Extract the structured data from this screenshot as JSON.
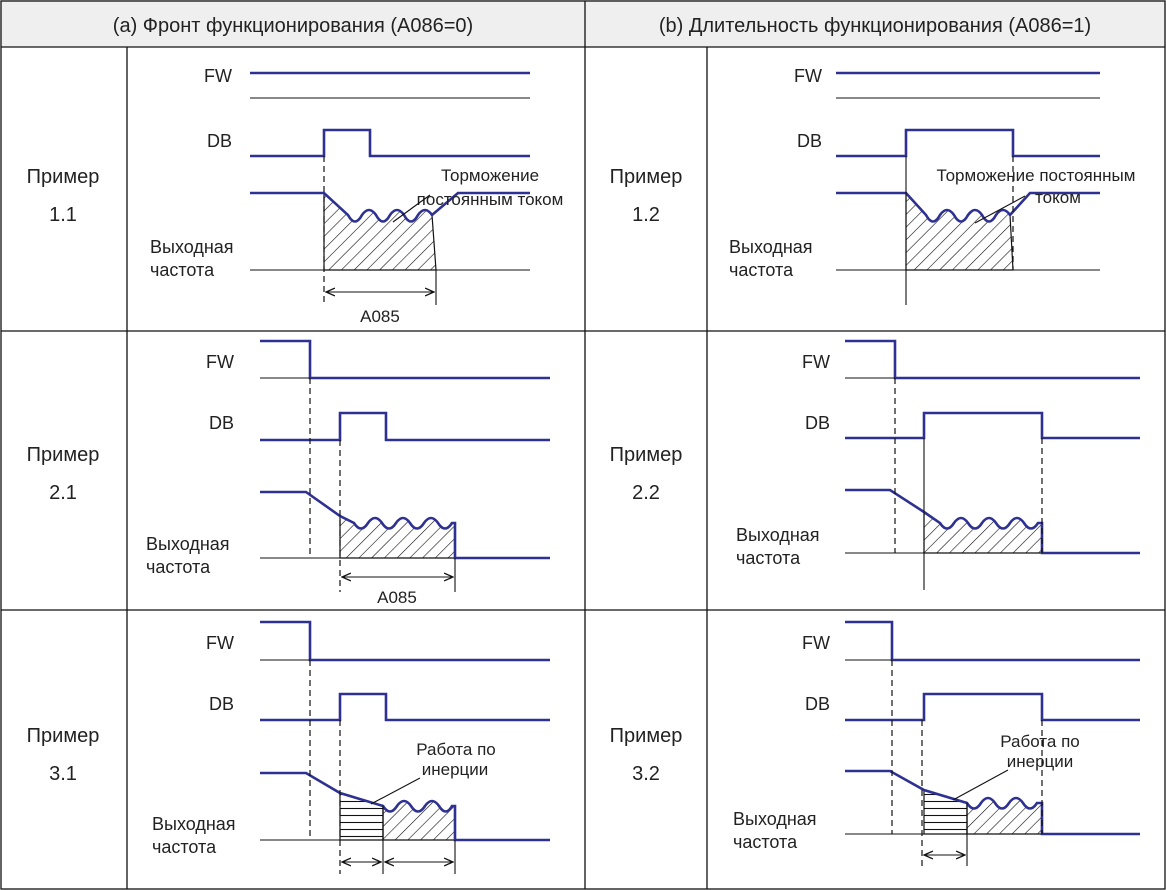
{
  "headers": {
    "a": "(a) Фронт функционирования (A086=0)",
    "b": "(b) Длительность  функционирования (A086=1)"
  },
  "examples": {
    "e11": {
      "word": "Пример",
      "num": "1.1"
    },
    "e12": {
      "word": "Пример",
      "num": "1.2"
    },
    "e21": {
      "word": "Пример",
      "num": "2.1"
    },
    "e22": {
      "word": "Пример",
      "num": "2.2"
    },
    "e31": {
      "word": "Пример",
      "num": "3.1"
    },
    "e32": {
      "word": "Пример",
      "num": "3.2"
    }
  },
  "signals": {
    "fw": "FW",
    "db": "DB",
    "freq_line1": "Выходная",
    "freq_line2": "частота"
  },
  "annotations": {
    "dc_braking_a_line1": "Торможение",
    "dc_braking_a_line2": "постоянным током",
    "dc_braking_b_line1": "Торможение постоянным",
    "dc_braking_b_line2": "током",
    "coasting_line1": "Работа по",
    "coasting_line2": "инерции",
    "duration_param": "A085"
  },
  "colors": {
    "signal": "#2e3192",
    "lines": "#111111"
  }
}
